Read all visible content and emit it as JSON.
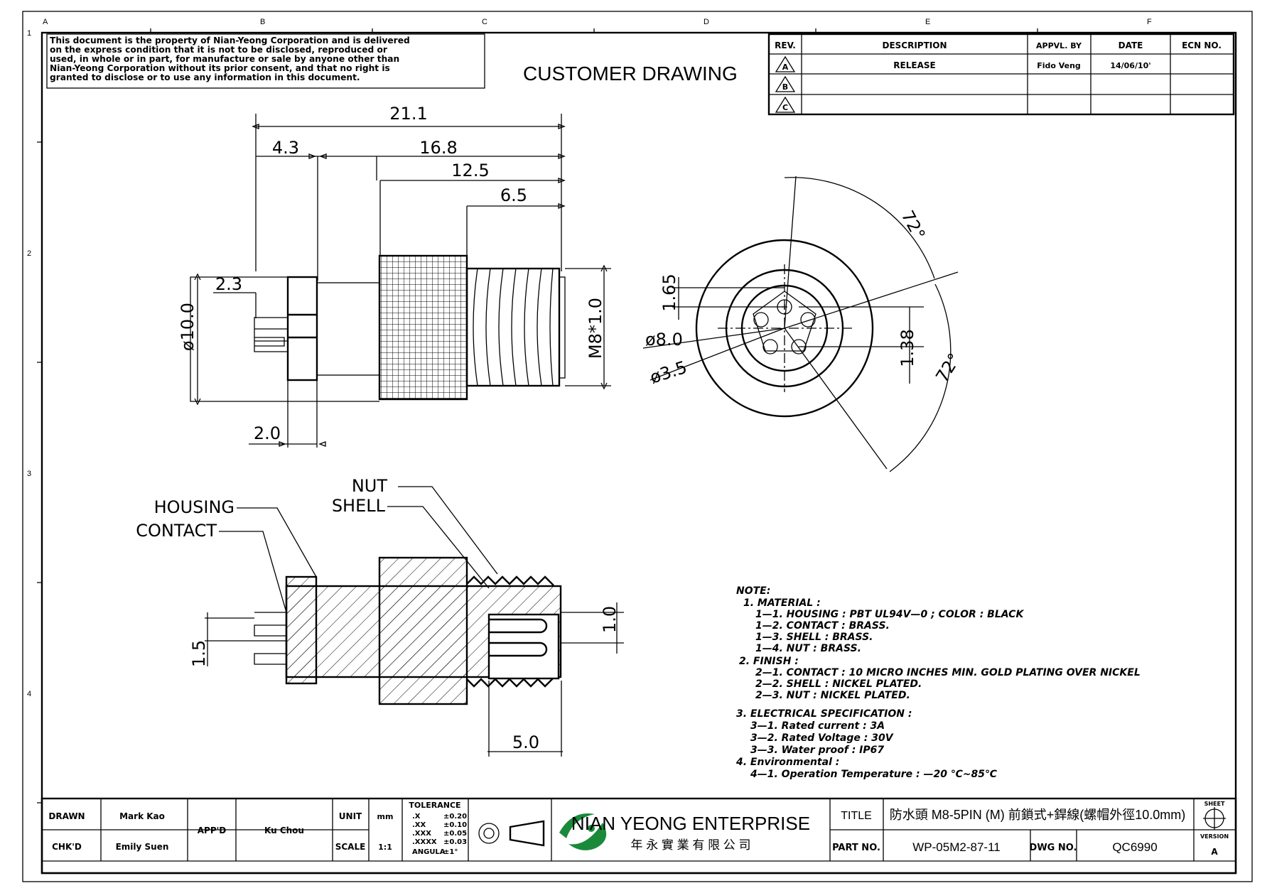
{
  "border_zones": {
    "columns": [
      "A",
      "B",
      "C",
      "D",
      "E",
      "F"
    ],
    "rows": [
      "1",
      "2",
      "3",
      "4"
    ]
  },
  "notice": {
    "lines": [
      "This document is the property of Nian-Yeong Corporation and is delivered",
      "on  the  express condition that it is not to be disclosed, reproduced or",
      "used, in whole or in part, for manufacture or sale by anyone other than",
      "Nian-Yeong Corporation without  its prior consent, and that  no right  is",
      "granted to disclose or to use any information in this  document."
    ]
  },
  "drawing_title": "CUSTOMER  DRAWING",
  "revision_table": {
    "headers": [
      "REV.",
      "DESCRIPTION",
      "APPVL. BY",
      "DATE",
      "ECN NO."
    ],
    "rows": [
      {
        "rev": "A",
        "description": "RELEASE",
        "appvl": "Fido Veng",
        "date": "14/06/10'",
        "ecn": ""
      },
      {
        "rev": "B",
        "description": "",
        "appvl": "",
        "date": "",
        "ecn": ""
      },
      {
        "rev": "C",
        "description": "",
        "appvl": "",
        "date": "",
        "ecn": ""
      }
    ]
  },
  "dimensions": {
    "overall": "21.1",
    "d_4_3": "4.3",
    "d_16_8": "16.8",
    "d_12_5": "12.5",
    "d_6_5": "6.5",
    "d_2_3": "2.3",
    "dia_10": "ø10.0",
    "thread": "M8*1.0",
    "d_2_0": "2.0",
    "d_1_65": "1.65",
    "dia_8": "ø8.0",
    "dia_3_5": "ø3.5",
    "d_1_38": "1.38",
    "ang_1": "72°",
    "ang_2": "72°",
    "d_1_0": "1.0",
    "d_1_5": "1.5",
    "d_5_0": "5.0"
  },
  "part_labels": {
    "housing": "HOUSING",
    "contact": "CONTACT",
    "nut": "NUT",
    "shell": "SHELL"
  },
  "notes": {
    "heading": "NOTE:",
    "lines": [
      {
        "text": "1.  MATERIAL  :",
        "indent": 0
      },
      {
        "text": "1—1.  HOUSING  :  PBT  UL94V—0  ;  COLOR  :  BLACK",
        "indent": 1
      },
      {
        "text": "1—2.  CONTACT  :  BRASS.",
        "indent": 1
      },
      {
        "text": "1—3.  SHELL  :  BRASS.",
        "indent": 1
      },
      {
        "text": "1—4.  NUT  :  BRASS.",
        "indent": 1
      },
      {
        "text": "2.  FINISH  :",
        "indent": 0
      },
      {
        "text": "2—1.  CONTACT  :  10  MICRO  INCHES  MIN.  GOLD  PLATING  OVER  NICKEL",
        "indent": 1
      },
      {
        "text": "2—2.  SHELL  :    NICKEL  PLATED.",
        "indent": 1
      },
      {
        "text": "2—3.  NUT  :  NICKEL  PLATED.",
        "indent": 1
      },
      {
        "text": "3.  ELECTRICAL  SPECIFICATION  :",
        "indent": 0
      },
      {
        "text": "3—1.  Rated  current  :  3A",
        "indent": 1
      },
      {
        "text": "3—2.  Rated  Voltage  :  30V",
        "indent": 1
      },
      {
        "text": "3—3.  Water  proof  :  IP67",
        "indent": 1
      },
      {
        "text": "4.  Environmental  :",
        "indent": 0
      },
      {
        "text": "4—1.  Operation  Temperature  :  —20  ℃~85℃",
        "indent": 1
      }
    ]
  },
  "title_block": {
    "drawn_label": "DRAWN",
    "drawn_by": "Mark Kao",
    "chkd_label": "CHK'D",
    "chkd_by": "Emily Suen",
    "appd_label": "APP'D",
    "appd_by": "Ku Chou",
    "unit_label": "UNIT",
    "unit_value": "mm",
    "scale_label": "SCALE",
    "scale_value": "1:1",
    "tolerance_title": "TOLERANCE",
    "tolerance_rows": [
      {
        "k": ".X",
        "v": "±0.20"
      },
      {
        "k": ".XX",
        "v": "±0.10"
      },
      {
        "k": ".XXX",
        "v": "±0.05"
      },
      {
        "k": ".XXXX",
        "v": "±0.03"
      },
      {
        "k": "ANGULA",
        "v": "±1°"
      }
    ],
    "company_en": "NIAN YEONG ENTERPRISE",
    "company_zh": "年 永 實 業 有 限 公 司",
    "title_label": "TITLE",
    "title_value": "防水頭 M8-5PIN (M) 前鎖式+銲線(螺帽外徑10.0mm)",
    "part_label": "PART NO.",
    "part_value": "WP-05M2-87-11",
    "dwg_label": "DWG NO.",
    "dwg_value": "QC6990",
    "sheet_label": "SHEET",
    "version_label": "VERSION",
    "version_value": "A"
  }
}
